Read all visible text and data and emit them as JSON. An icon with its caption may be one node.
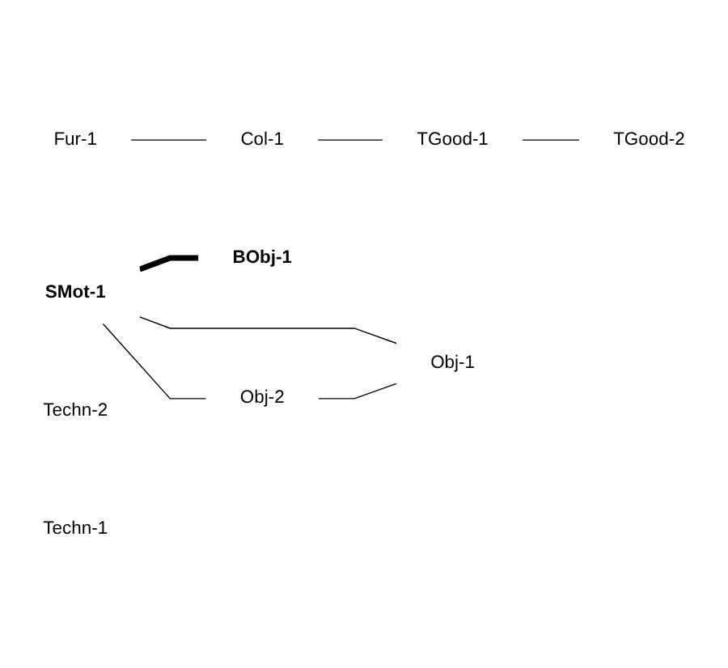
{
  "diagram": {
    "nodes": [
      {
        "text": [
          "Obj-1"
        ]
      },
      {
        "text": [
          "Fur-1"
        ]
      },
      {
        "text": [
          "Col-1"
        ]
      },
      {
        "text": [
          "BObj-1"
        ]
      },
      {
        "text": [
          "Techn-2"
        ]
      },
      {
        "text": [
          "Techn-1"
        ]
      },
      {
        "text": [
          "TGood-2"
        ]
      },
      {
        "text": [
          "TGood-1"
        ]
      },
      {
        "text": [
          "SMot-1"
        ]
      },
      {
        "text": [
          "Obj-2"
        ]
      }
    ],
    "edges": [
      {
        "from": 1,
        "to": 2,
        "arrow": "none"
      },
      {
        "from": 2,
        "to": 7,
        "arrow": "none"
      },
      {
        "from": 7,
        "to": 6,
        "arrow": "none"
      },
      {
        "from": 8,
        "to": 3,
        "arrow": "none",
        "style": "thick"
      },
      {
        "from": 8,
        "to": 0,
        "arrow": "none"
      },
      {
        "from": 8,
        "to": 9,
        "arrow": "none"
      },
      {
        "from": 9,
        "to": 0,
        "arrow": "none"
      }
    ]
  }
}
